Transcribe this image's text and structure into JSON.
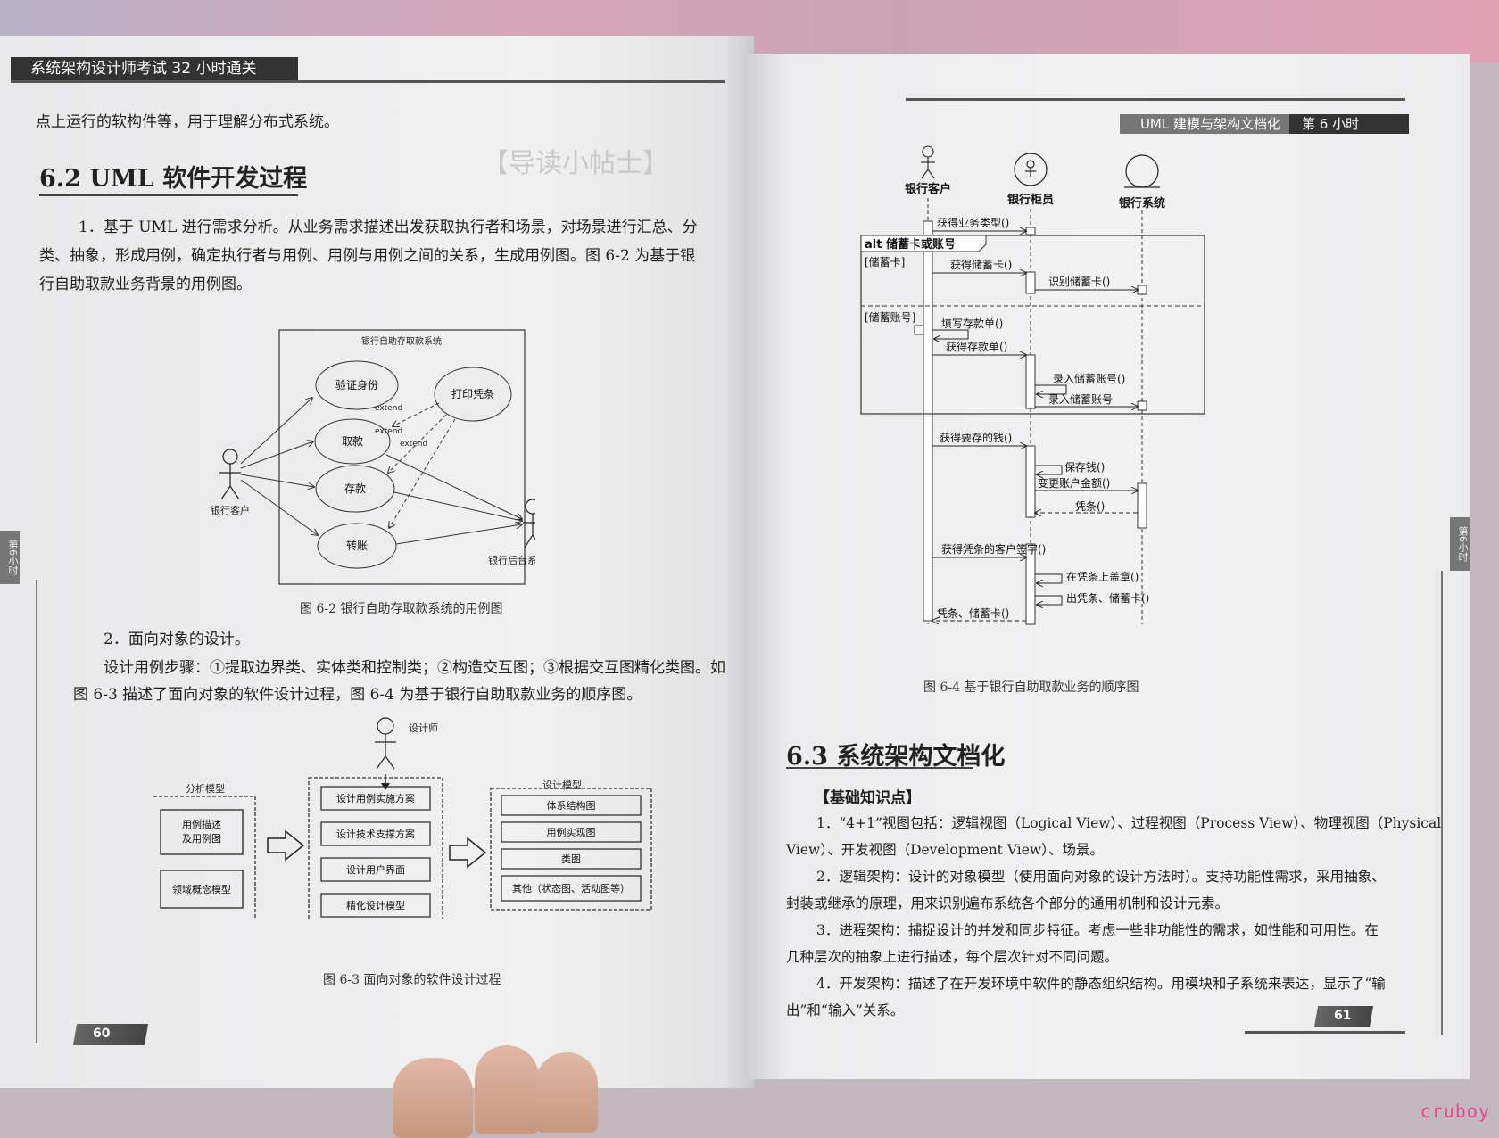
{
  "left_page": {
    "header": "系统架构设计师考试 32 小时通关",
    "intro_line": "点上运行的软构件等，用于理解分布式系统。",
    "section_title": "6.2   UML 软件开发过程",
    "bg_stamp": "【导读小帖士】",
    "para1_lines": [
      "1．基于 UML 进行需求分析。从业务需求描述出发获取执行者和场景，对场景进行汇总、分",
      "类、抽象，形成用例，确定执行者与用例、用例与用例之间的关系，生成用例图。图 6-2 为基于银",
      "行自助取款业务背景的用例图。"
    ],
    "fig2": {
      "system_name": "银行自助存取款系统",
      "actor_customer": "银行客户",
      "actor_backend": "银行后台系统",
      "use_cases": [
        "验证身份",
        "取款",
        "存款",
        "转账",
        "打印凭条"
      ],
      "extend_label": "extend",
      "caption": "图 6-2   银行自助存取款系统的用例图"
    },
    "para2_title": "2．面向对象的设计。",
    "para2_lines": [
      "设计用例步骤：①提取边界类、实体类和控制类；②构造交互图；③根据交互图精化类图。如",
      "图 6-3 描述了面向对象的软件设计过程，图 6-4 为基于银行自助取款业务的顺序图。"
    ],
    "fig3": {
      "designer": "设计师",
      "analysis_title": "分析模型",
      "analysis_items": [
        "用例描述\n及用例图",
        "领域概念模型"
      ],
      "middle_items": [
        "设计用例实施方案",
        "设计技术支撑方案",
        "设计用户界面",
        "精化设计模型"
      ],
      "design_title": "设计模型",
      "design_items": [
        "体系结构图",
        "用例实现图",
        "类图",
        "其他（状态图、活动图等）"
      ],
      "caption": "图 6-3   面向对象的软件设计过程"
    },
    "tab_label": "第6小时",
    "page_number": "60"
  },
  "right_page": {
    "header_left": "UML 建模与架构文档化",
    "header_right": "第 6 小时",
    "fig4": {
      "lifelines": [
        "银行客户",
        "银行柜员",
        "银行系统"
      ],
      "alt_label": "alt 储蓄卡或账号",
      "guard1": "[储蓄卡]",
      "guard2": "[储蓄账号]",
      "messages": [
        "获得业务类型()",
        "获得储蓄卡()",
        "识别储蓄卡()",
        "填写存款单()",
        "获得存款单()",
        "录入储蓄账号()",
        "录入储蓄账号",
        "获得要存的钱()",
        "保存钱()",
        "变更账户金额()",
        "凭条()",
        "获得凭条的客户签字()",
        "在凭条上盖章()",
        "出凭条、储蓄卡()",
        "凭条、储蓄卡()"
      ],
      "caption": "图 6-4   基于银行自助取款业务的顺序图"
    },
    "section_title": "6.3   系统架构文档化",
    "kp_title": "【基础知识点】",
    "lines": [
      "1．“4+1”视图包括：逻辑视图（Logical View）、过程视图（Process View）、物理视图（Physical",
      "View）、开发视图（Development View）、场景。",
      "2．逻辑架构：设计的对象模型（使用面向对象的设计方法时）。支持功能性需求，采用抽象、",
      "封装或继承的原理，用来识别遍布系统各个部分的通用机制和设计元素。",
      "3．进程架构：捕捉设计的并发和同步特征。考虑一些非功能性的需求，如性能和可用性。在",
      "几种层次的抽象上进行描述，每个层次针对不同问题。",
      "4．开发架构：描述了在开发环境中软件的静态组织结构。用模块和子系统来表达，显示了“输",
      "出”和“输入”关系。"
    ],
    "tab_label": "第6小时",
    "page_number": "61"
  },
  "watermark": "cruboy"
}
